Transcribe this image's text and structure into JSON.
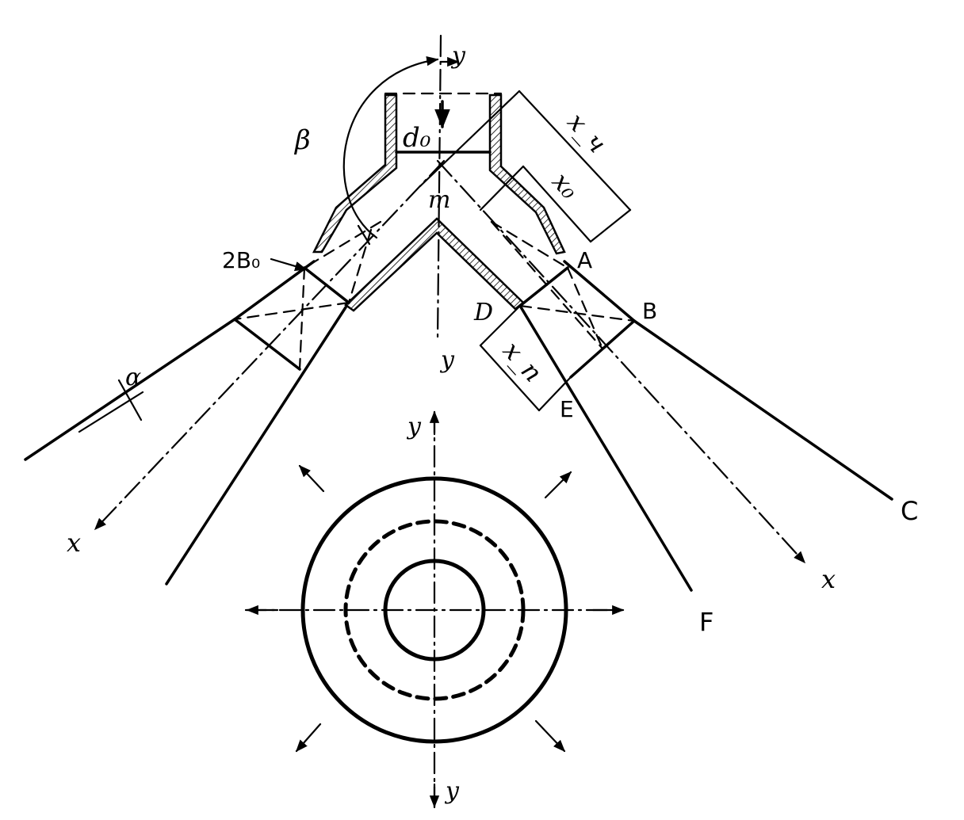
{
  "labels": {
    "y_top": "y",
    "y_mid": "y",
    "y_small_top": "y",
    "y_small_bottom": "y",
    "beta": "β",
    "d0": "d₀",
    "m": "m",
    "two_b0": "2B₀",
    "x_ch": "x_ч",
    "x0": "x₀",
    "xn": "x_n",
    "A": "A",
    "B": "B",
    "C": "C",
    "D": "D",
    "E": "E",
    "F": "F",
    "alpha": "α",
    "x_left": "x",
    "x_right": "x"
  }
}
